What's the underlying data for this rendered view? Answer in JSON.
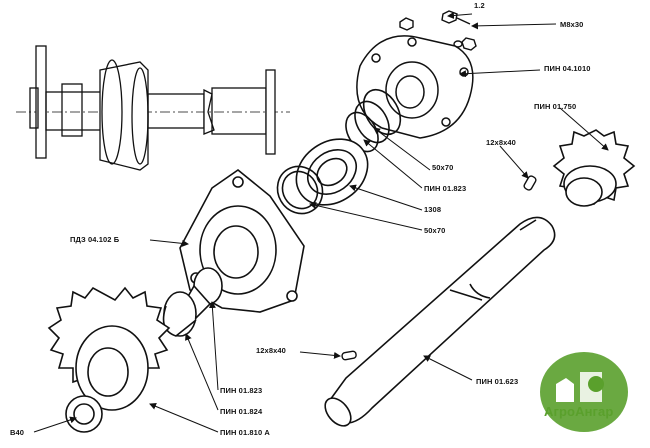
{
  "labels": {
    "bolt_count": "1.2",
    "bolt": "М8х30",
    "housing_top": "ПИН 04.1010",
    "sprocket_small": "ПИН 01.750",
    "key_top": "12х8х40",
    "bearing_seal_top": "50х70",
    "ring_823_top": "ПИН 01.823",
    "bearing": "1308",
    "seal_bottom": "50х70",
    "housing_left": "ПДЗ 04.102 Б",
    "key_bottom": "12х8х40",
    "ring_823_bottom": "ПИН 01.823",
    "ring_824": "ПИН 01.824",
    "sprocket_large": "ПИН 01.810 А",
    "nut_left": "В40",
    "shaft": "ПИН 01.623"
  },
  "logo": {
    "text": "АгроАнгар",
    "color": "#5aa02c"
  }
}
